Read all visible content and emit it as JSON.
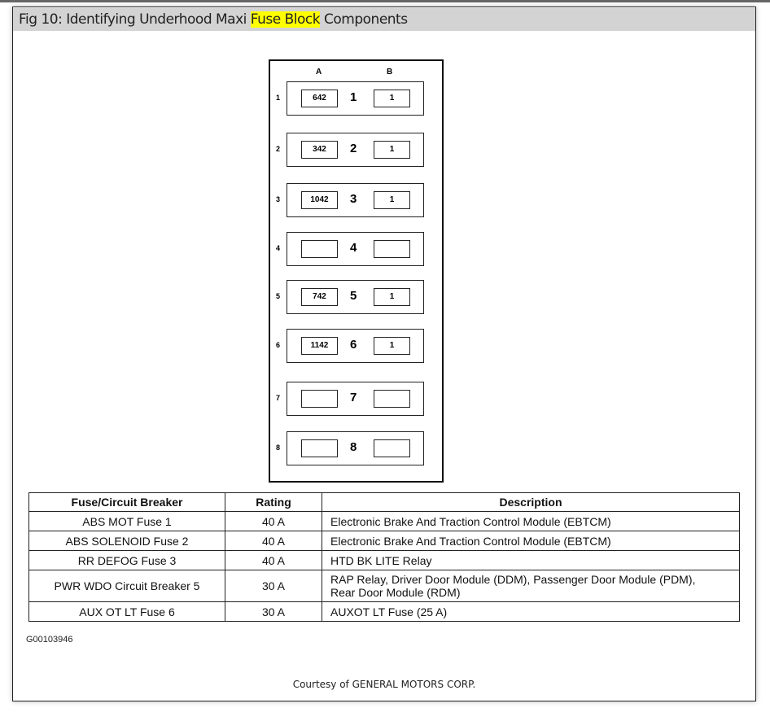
{
  "title": {
    "prefix": "Fig 10: Identifying Underhood Maxi ",
    "highlight": "Fuse Block",
    "suffix": " Components",
    "highlight_color": "#ffff00"
  },
  "diagram": {
    "column_a": "A",
    "column_b": "B",
    "rows": [
      {
        "num": "1",
        "a": "642",
        "b": "1"
      },
      {
        "num": "2",
        "a": "342",
        "b": "1"
      },
      {
        "num": "3",
        "a": "1042",
        "b": "1"
      },
      {
        "num": "4",
        "a": "",
        "b": ""
      },
      {
        "num": "5",
        "a": "742",
        "b": "1"
      },
      {
        "num": "6",
        "a": "1142",
        "b": "1"
      },
      {
        "num": "7",
        "a": "",
        "b": ""
      },
      {
        "num": "8",
        "a": "",
        "b": ""
      }
    ]
  },
  "table": {
    "headers": [
      "Fuse/Circuit Breaker",
      "Rating",
      "Description"
    ],
    "rows": [
      [
        "ABS MOT Fuse 1",
        "40 A",
        "Electronic Brake And Traction Control Module (EBTCM)"
      ],
      [
        "ABS SOLENOID Fuse 2",
        "40 A",
        "Electronic Brake And Traction Control Module (EBTCM)"
      ],
      [
        "RR DEFOG Fuse 3",
        "40 A",
        "HTD BK LITE Relay"
      ],
      [
        "PWR WDO Circuit Breaker 5",
        "30 A",
        "RAP Relay, Driver Door Module (DDM), Passenger Door Module (PDM), Rear Door Module (RDM)"
      ],
      [
        "AUX OT LT Fuse 6",
        "30 A",
        "AUXOT LT Fuse (25 A)"
      ]
    ]
  },
  "figure_code": "G00103946",
  "courtesy": "Courtesy of GENERAL MOTORS CORP."
}
